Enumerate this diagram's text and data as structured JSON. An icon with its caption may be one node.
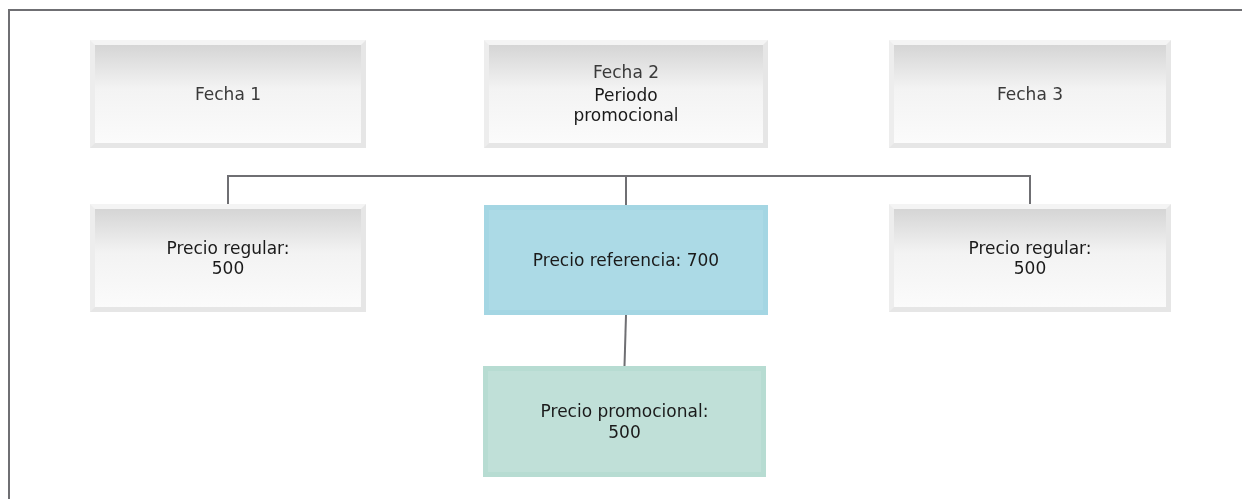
{
  "diagram": {
    "nodes": [
      {
        "text": [
          "Fecha 1"
        ]
      },
      {
        "text": [
          "Fecha 2",
          "Periodo promocional"
        ]
      },
      {
        "text": [
          "Fecha 3"
        ]
      },
      {
        "text": [
          "Precio regular: 500"
        ]
      },
      {
        "text": [
          "Precio referencia: 700"
        ]
      },
      {
        "text": [
          "Precio regular: 500"
        ]
      },
      {
        "text": [
          "Precio promocional: 500"
        ]
      }
    ],
    "edges": [
      {
        "from": 4,
        "to": 3,
        "arrow": "none"
      },
      {
        "from": 4,
        "to": 5,
        "arrow": "none"
      },
      {
        "from": 4,
        "to": 6,
        "arrow": "none"
      }
    ]
  }
}
